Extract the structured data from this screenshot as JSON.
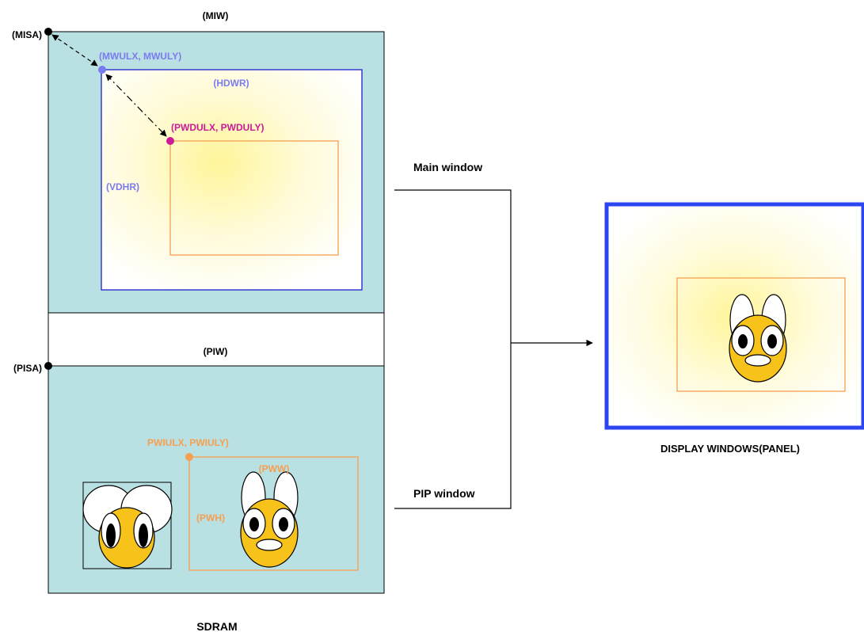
{
  "labels": {
    "miw": "(MIW)",
    "misa": "(MISA)",
    "mwul": "(MWULX, MWULY)",
    "hdwr": "(HDWR)",
    "pwdul": "(PWDULX, PWDULY)",
    "vdhr": "(VDHR)",
    "piw": "(PIW)",
    "pisa": "(PISA)",
    "pwiul": "PWIULX, PWIULY)",
    "pww": "(PWW)",
    "pwh": "(PWH)",
    "sdram": "SDRAM",
    "main_window": "Main window",
    "pip_window": "PIP window",
    "display": "DISPLAY WINDOWS(PANEL)"
  },
  "colors": {
    "memory_fill": "#b9e0e3",
    "blue_frame": "#1f1fcc",
    "label_blue": "#7b7bf0",
    "magenta": "#cc1a99",
    "orange": "#f5a050",
    "face_yellow": "#f7c21a",
    "glow_yellow": "#fff59a",
    "display_border": "#2b45f0"
  }
}
